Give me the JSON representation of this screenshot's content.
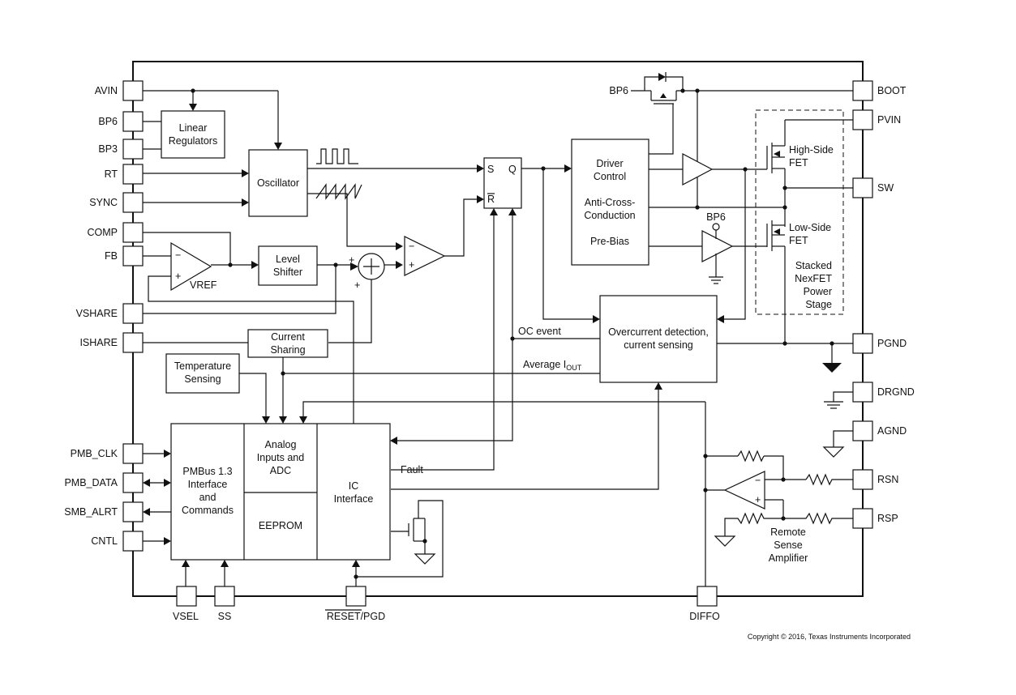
{
  "pins": {
    "avin": "AVIN",
    "bp6": "BP6",
    "bp3": "BP3",
    "rt": "RT",
    "sync": "SYNC",
    "comp": "COMP",
    "fb": "FB",
    "vshare": "VSHARE",
    "ishare": "ISHARE",
    "pmb_clk": "PMB_CLK",
    "pmb_data": "PMB_DATA",
    "smb_alrt": "SMB_ALRT",
    "cntl": "CNTL",
    "vsel": "VSEL",
    "ss": "SS",
    "reset_bar": "RESET",
    "reset_rest": "/PGD",
    "diffo": "DIFFO",
    "boot": "BOOT",
    "pvin": "PVIN",
    "sw": "SW",
    "pgnd": "PGND",
    "drgnd": "DRGND",
    "agnd": "AGND",
    "rsn": "RSN",
    "rsp": "RSP"
  },
  "blocks": {
    "linear_reg": [
      "Linear",
      "Regulators"
    ],
    "oscillator": "Oscillator",
    "level_shifter": [
      "Level",
      "Shifter"
    ],
    "current_sharing": [
      "Current",
      "Sharing"
    ],
    "temp_sensing": [
      "Temperature",
      "Sensing"
    ],
    "pmbus": [
      "PMBus 1.3",
      "Interface",
      "and",
      "Commands"
    ],
    "analog_adc": [
      "Analog",
      "Inputs and",
      "ADC"
    ],
    "eeprom": "EEPROM",
    "ic_interface": [
      "IC",
      "Interface"
    ],
    "driver": [
      "Driver",
      "Control",
      "Anti-Cross-",
      "Conduction",
      "Pre-Bias"
    ],
    "overcurrent": [
      "Overcurrent detection,",
      "current sensing"
    ],
    "sr_latch": {
      "s": "S",
      "q": "Q",
      "r": "R"
    },
    "power_stage": [
      "Stacked",
      "NexFET",
      "Power",
      "Stage"
    ],
    "high_side": [
      "High-Side",
      "FET"
    ],
    "low_side": [
      "Low-Side",
      "FET"
    ],
    "remote_sense": [
      "Remote",
      "Sense",
      "Amplifier"
    ]
  },
  "labels": {
    "vref": "VREF",
    "bp6_internal": "BP6",
    "bp6_lowgate": "BP6",
    "oc_event": "OC event",
    "average_iout": "Average I",
    "average_iout_sub": "OUT",
    "fault": "Fault",
    "minus": "−",
    "plus": "+",
    "copyright": "Copyright © 2016, Texas Instruments Incorporated"
  }
}
